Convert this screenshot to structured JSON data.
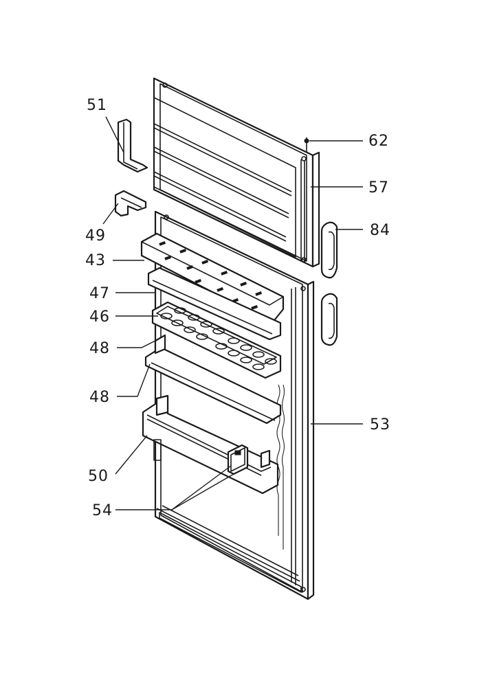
{
  "labels": {
    "l51": "51",
    "l62": "62",
    "l57": "57",
    "l84": "84",
    "l49": "49",
    "l43": "43",
    "l47": "47",
    "l46": "46",
    "l48a": "48",
    "l48b": "48",
    "l53": "53",
    "l50": "50",
    "l54": "54"
  }
}
